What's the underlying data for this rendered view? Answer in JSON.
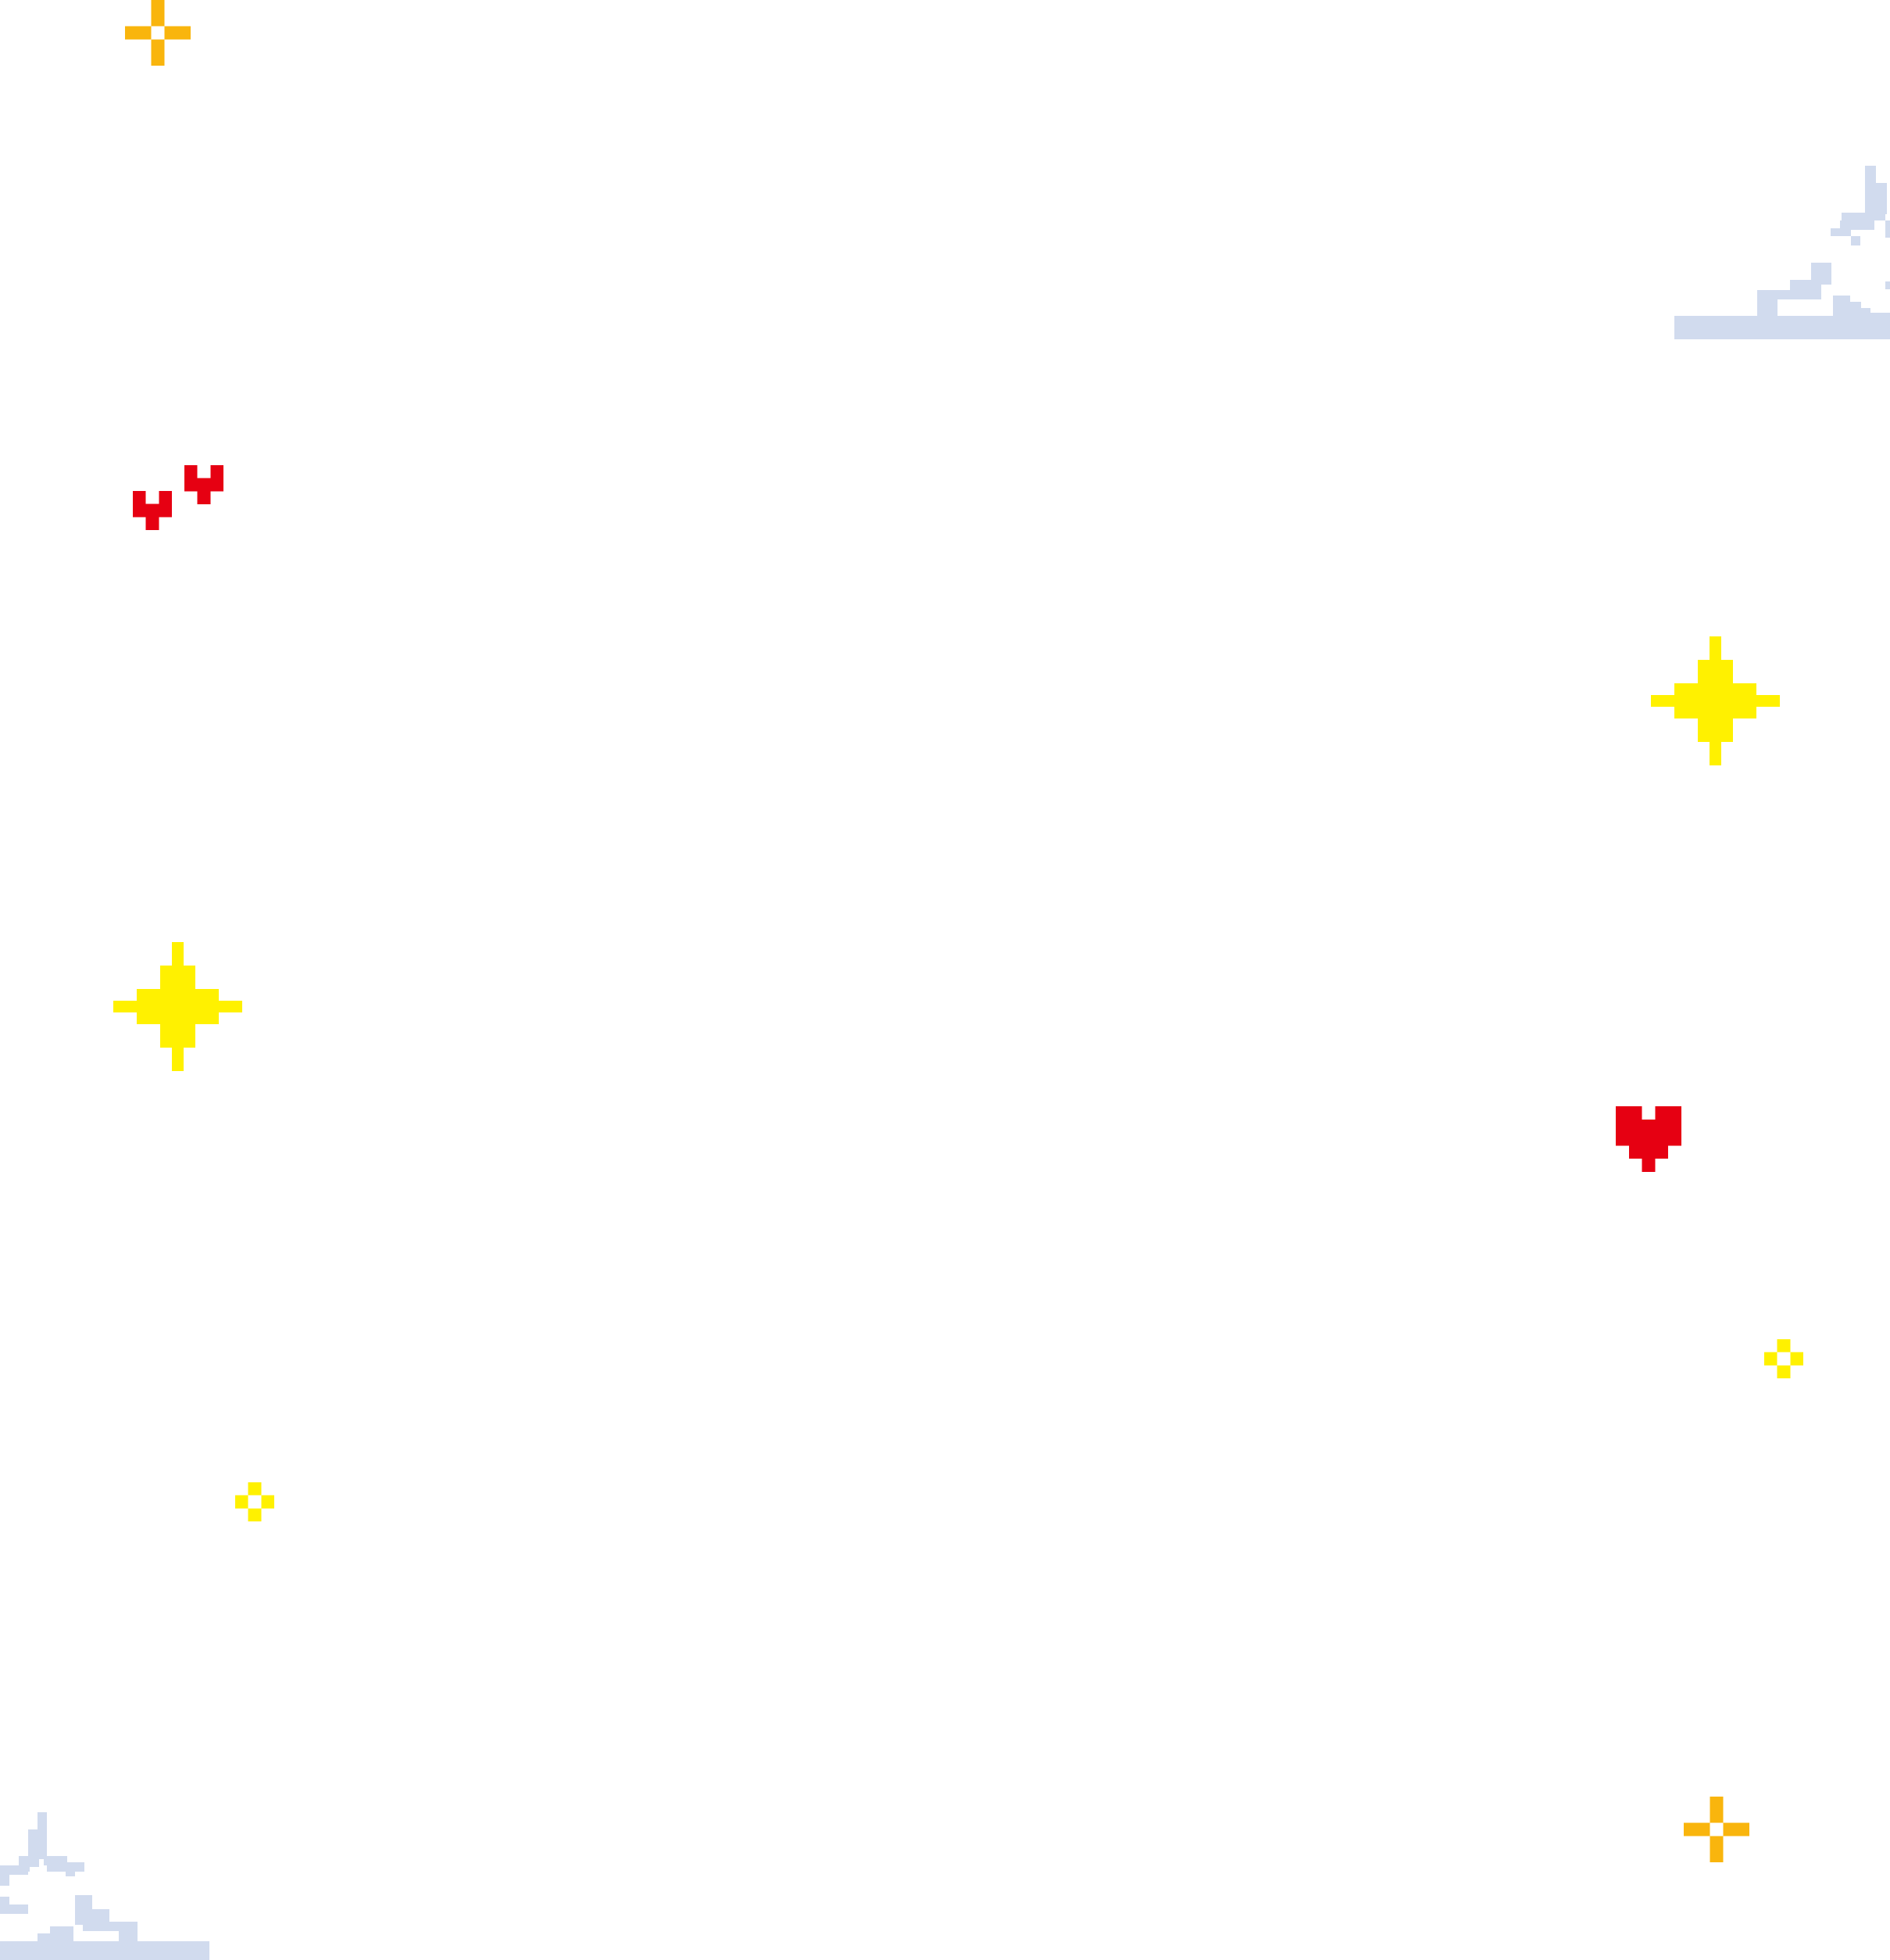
{
  "background": "#ffffff",
  "colors": {
    "orange": "#f9b50d",
    "yellow": "#fff100",
    "red": "#e60012",
    "cloud": "#d1dbee"
  },
  "decorations": [
    {
      "icon": "orange-sparkle-icon",
      "color": "orange"
    },
    {
      "icon": "small-red-heart-icon",
      "color": "red"
    },
    {
      "icon": "small-red-heart-icon",
      "color": "red"
    },
    {
      "icon": "large-yellow-star-icon",
      "color": "yellow"
    },
    {
      "icon": "large-yellow-star-icon",
      "color": "yellow"
    },
    {
      "icon": "red-heart-icon",
      "color": "red"
    },
    {
      "icon": "small-yellow-sparkle-icon",
      "color": "yellow"
    },
    {
      "icon": "small-yellow-sparkle-icon",
      "color": "yellow"
    },
    {
      "icon": "orange-sparkle-icon",
      "color": "orange"
    },
    {
      "icon": "pixel-cloud-icon",
      "color": "cloud"
    },
    {
      "icon": "pixel-cloud-icon",
      "color": "cloud"
    }
  ]
}
